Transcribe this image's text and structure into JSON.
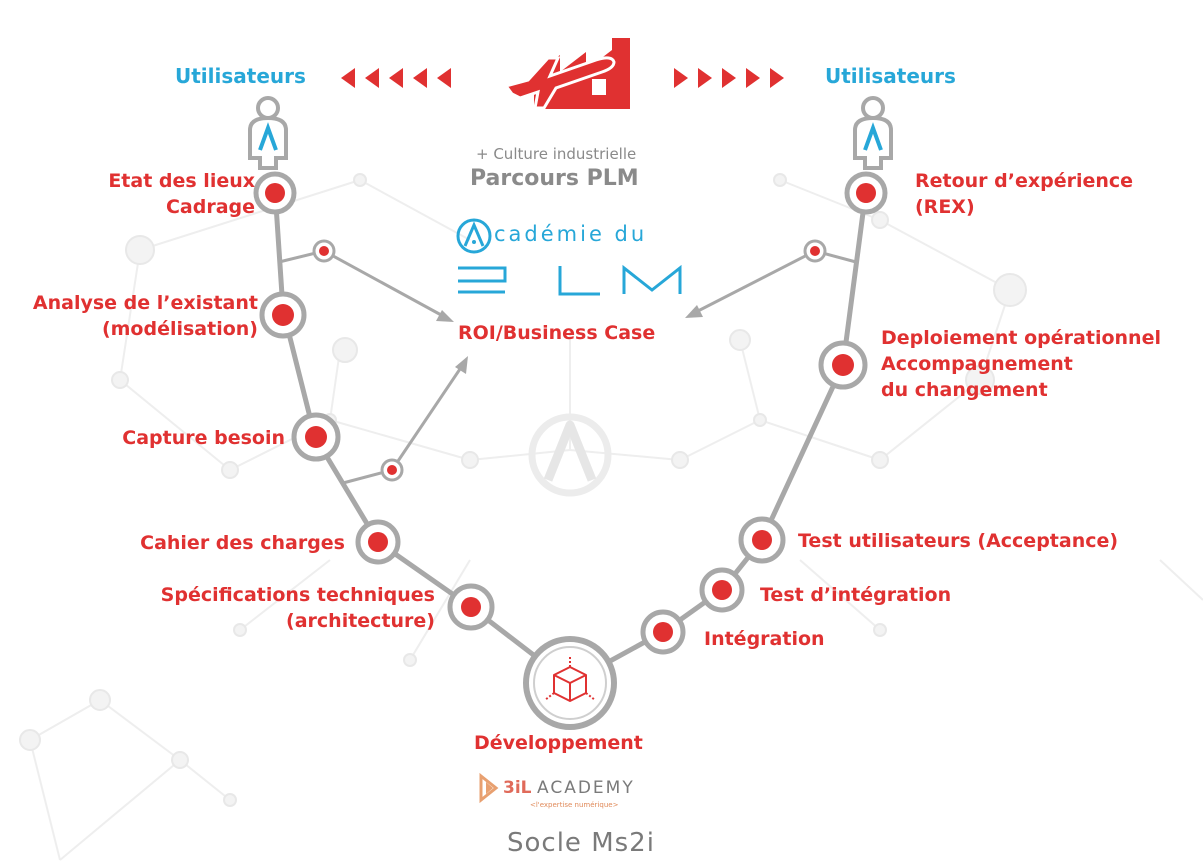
{
  "header": {
    "users_left": "Utilisateurs",
    "users_right": "Utilisateurs",
    "culture": "+ Culture industrielle",
    "parcours": "Parcours PLM"
  },
  "academie": {
    "text_after_logo": "cadémie du",
    "plm_text": "PLM"
  },
  "roi_label": "ROI/Business Case",
  "left_steps": [
    {
      "line1": "Etat des lieux",
      "line2": "Cadrage"
    },
    {
      "line1": "Analyse de l’existant",
      "line2": "(modélisation)"
    },
    {
      "line1": "Capture besoin"
    },
    {
      "line1": "Cahier des charges"
    },
    {
      "line1": "Spécifications techniques",
      "line2": "(architecture)"
    }
  ],
  "center_step": "Développement",
  "right_steps": [
    {
      "line1": "Retour d’expérience",
      "line2": "(REX)"
    },
    {
      "line1": "Deploiement opérationnel",
      "line2": "Accompagnement",
      "line3": "du changement"
    },
    {
      "line1": "Test utilisateurs (Acceptance)"
    },
    {
      "line1": "Test d’intégration"
    },
    {
      "line1": "Intégration"
    }
  ],
  "footer": {
    "academy_3il": "3iL",
    "academy_word": "ACADEMY",
    "academy_tagline": "<l'expertise numérique>",
    "socle": "Socle Ms2i"
  },
  "colors": {
    "red": "#e03131",
    "blue": "#27a7d8",
    "grey_line": "#a8a8a8",
    "grey_text": "#8a8a8a"
  },
  "icons": [
    "plane-factory-icon",
    "user-left-icon",
    "user-right-icon",
    "cube-icon",
    "academie-a-logo-icon",
    "3il-academy-logo-icon"
  ]
}
